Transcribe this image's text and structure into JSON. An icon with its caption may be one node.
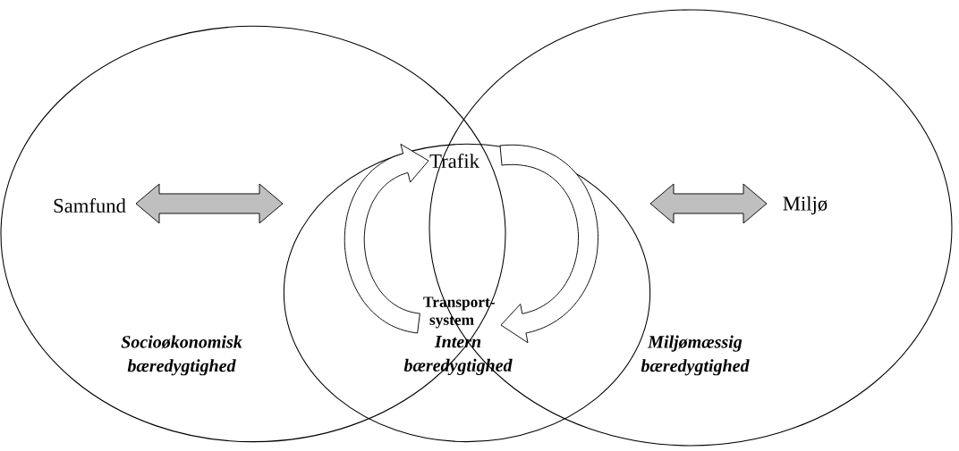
{
  "diagram": {
    "nodes": [
      {
        "text": [
          "Socioøkonomisk bæredygtighed"
        ]
      },
      {
        "text": [
          "Miljømæssig bæredygtighed"
        ]
      },
      {
        "text": [
          "Intern bæredygtighed"
        ]
      },
      {
        "text": [
          "Samfund"
        ],
        "in": 0
      },
      {
        "text": [
          "Miljø"
        ],
        "in": 1
      },
      {
        "text": [
          "Trafik"
        ]
      },
      {
        "text": [
          "Transport-system"
        ]
      }
    ],
    "edges": [
      {
        "from": 3,
        "to": 2,
        "arrow": "both"
      },
      {
        "from": 2,
        "to": 4,
        "arrow": "both"
      },
      {
        "from": 6,
        "to": 5,
        "arrow": "to"
      },
      {
        "from": 5,
        "to": 6,
        "arrow": "to"
      }
    ]
  }
}
